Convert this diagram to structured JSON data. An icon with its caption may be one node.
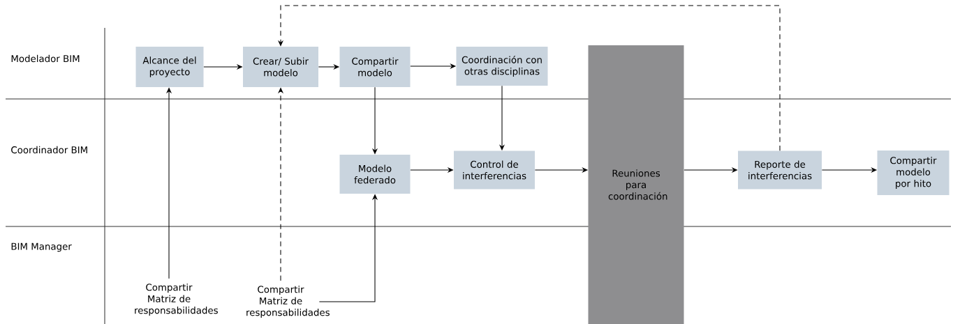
{
  "diagram": {
    "nodes": [
      {
        "text": [
          "Alcance del proyecto"
        ]
      },
      {
        "text": [
          "Crear/ Subir modelo"
        ]
      },
      {
        "text": [
          "Compartir modelo"
        ]
      },
      {
        "text": [
          "Coordinación con otras disciplinas"
        ]
      },
      {
        "text": [
          "Modelo federado"
        ]
      },
      {
        "text": [
          "Control de interferencias"
        ]
      },
      {
        "text": [
          "Reuniones para coordinación"
        ]
      },
      {
        "text": [
          "Reporte de interferencias"
        ]
      },
      {
        "text": [
          "Compartir modelo por hito"
        ]
      },
      {
        "text": [
          "Compartir Matriz de responsabilidades"
        ]
      },
      {
        "text": [
          "Compartir Matriz de responsabilidades"
        ]
      }
    ],
    "edges": [
      {
        "from": 0,
        "to": 1,
        "arrow": "to"
      },
      {
        "from": 1,
        "to": 2,
        "arrow": "to"
      },
      {
        "from": 2,
        "to": 3,
        "arrow": "to"
      },
      {
        "from": 2,
        "to": 4,
        "arrow": "to"
      },
      {
        "from": 3,
        "to": 5,
        "arrow": "to"
      },
      {
        "from": 4,
        "to": 5,
        "arrow": "to"
      },
      {
        "from": 5,
        "to": 6,
        "arrow": "to"
      },
      {
        "from": 6,
        "to": 7,
        "arrow": "to"
      },
      {
        "from": 7,
        "to": 8,
        "arrow": "to"
      },
      {
        "from": 9,
        "to": 0,
        "arrow": "to"
      },
      {
        "from": 10,
        "to": 1,
        "arrow": "to",
        "style": "dashed"
      },
      {
        "from": 7,
        "to": 1,
        "arrow": "to",
        "style": "dashed"
      },
      {
        "from": 10,
        "to": 4,
        "arrow": "to"
      }
    ],
    "labels": [
      "Modelador BIM",
      "Coordinador BIM",
      "BIM Manager"
    ]
  }
}
